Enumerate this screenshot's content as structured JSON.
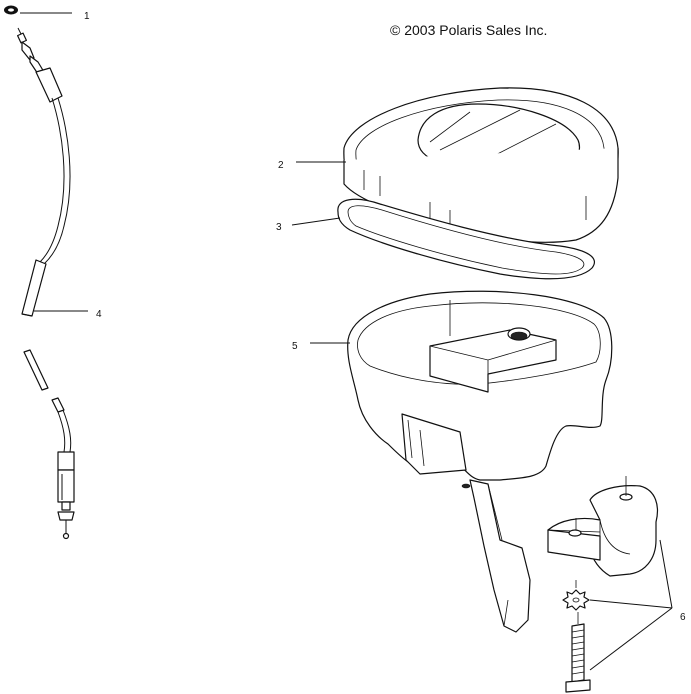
{
  "copyright": "© 2003 Polaris Sales Inc.",
  "callouts": {
    "c1": "1",
    "c2": "2",
    "c3": "3",
    "c4": "4",
    "c5": "5",
    "c6": "6"
  }
}
